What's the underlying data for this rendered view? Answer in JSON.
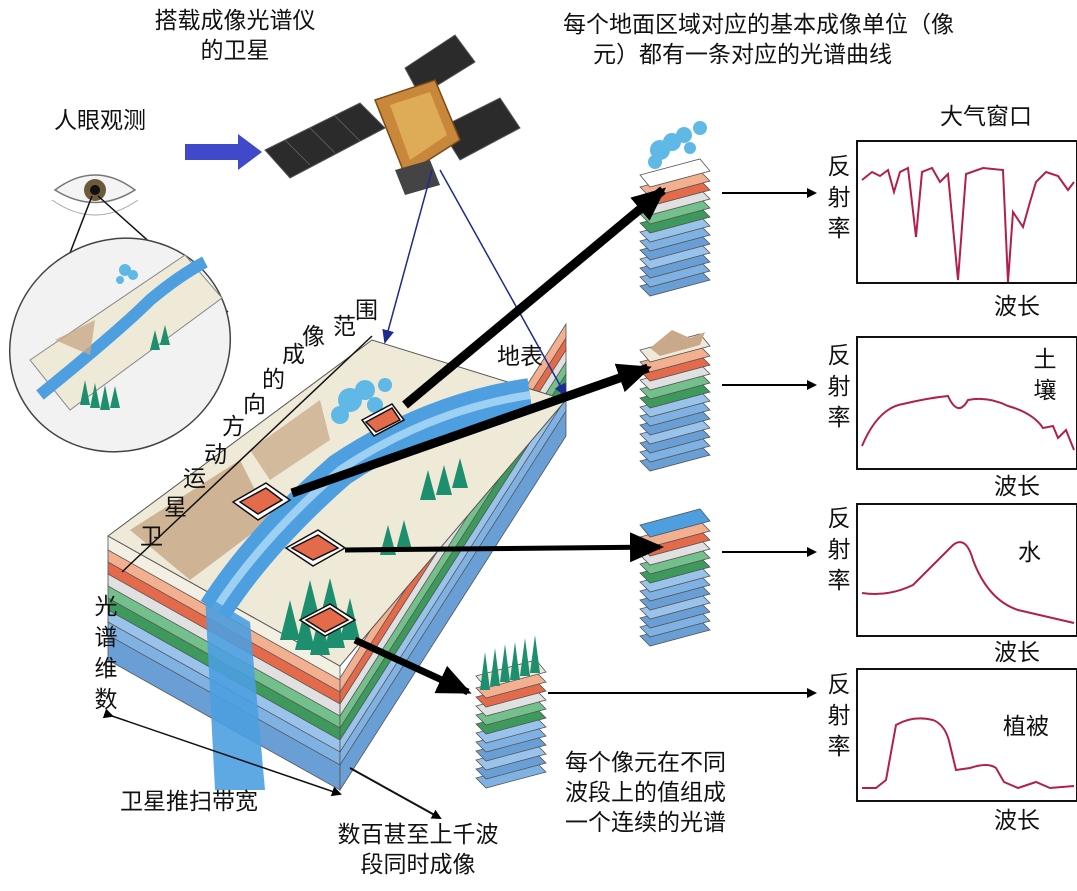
{
  "labels": {
    "satellite": [
      "搭载成像光谱仪",
      "的卫星"
    ],
    "pixel_desc": [
      "每个地面区域对应的基本成像单位（像",
      "元）都有一条对应的光谱曲线"
    ],
    "human_eye": "人眼观测",
    "atmos_window": "大气窗口",
    "surface": "地表",
    "motion_chars": [
      "卫",
      "星",
      "运",
      "动",
      "方",
      "向",
      "的",
      "成",
      "像",
      "范",
      "围"
    ],
    "spectral_dim": [
      "光",
      "谱",
      "维",
      "数"
    ],
    "swath": "卫星推扫带宽",
    "bands": [
      "数百甚至上千波",
      "段同时成像"
    ],
    "pixel_spectrum": [
      "每个像元在不同",
      "波段上的值组成",
      "一个连续的光谱"
    ],
    "reflectance": [
      "反",
      "射",
      "率"
    ],
    "wavelength": "波长",
    "soil": [
      "土",
      "壤"
    ],
    "water": "水",
    "vegetation": "植被"
  },
  "colors": {
    "curve": "#b0204a",
    "arrow_blue": "#3f49c9",
    "line_navy": "#1d2a8f",
    "river": "#4d9fe0",
    "land": "#efe9d8",
    "tree": "#1e8f6e"
  }
}
